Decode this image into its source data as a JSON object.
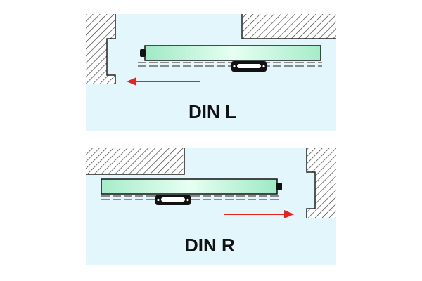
{
  "panels": [
    {
      "id": "din-l",
      "label": "DIN L",
      "arrow_direction": "left"
    },
    {
      "id": "din-r",
      "label": "DIN R",
      "arrow_direction": "right"
    }
  ],
  "colors": {
    "background": "#e3f6fb",
    "glass": "#aef0cf",
    "glass_highlight": "#e9fff4",
    "arrow": "#e8231f",
    "hatch": "#333333",
    "handle": "#111111",
    "track": "#8a8a8a"
  }
}
